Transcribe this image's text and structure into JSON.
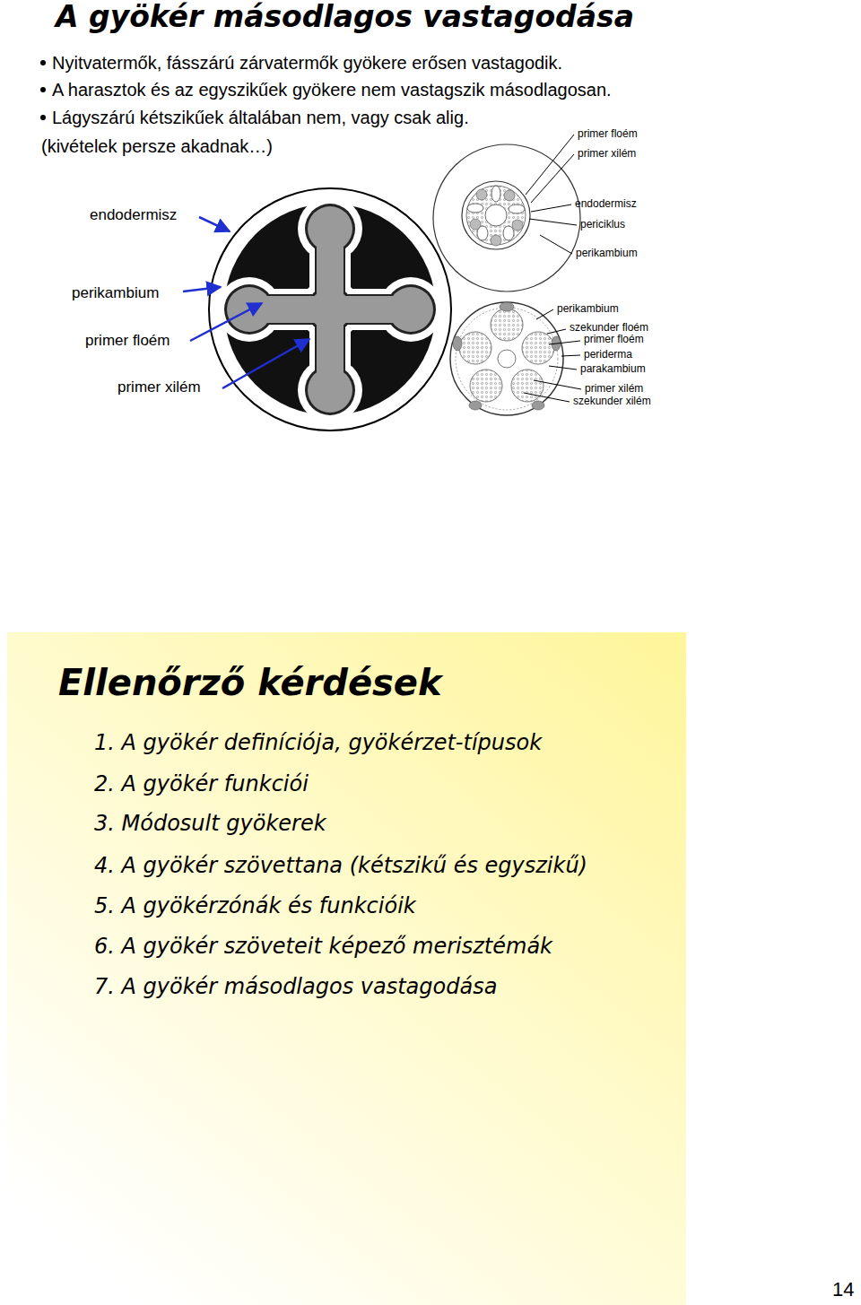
{
  "diagram": {
    "title": "A gyökér másodlagos vastagodása",
    "nodes": [
      {
        "text": [
          "Ellenőrző kérdések",
          "1. A gyökér definíciója, gyökérzet-típusok",
          "2. A gyökér funkciói",
          "3. Módosult gyökerek",
          "4. A gyökér szövettana (kétszikű és egyszikű)",
          "5. A gyökérzónák és funkcióik",
          "6. A gyökér szöveteit képező merisztémák",
          "7. A gyökér másodlagos vastagodása"
        ]
      }
    ],
    "labels": [
      "Nyitvatermők, fásszárú zárvatermők gyökere erősen vastagodik.",
      "A harasztok és az egyszikűek gyökere nem vastagszik másodlagosan.",
      "Lágyszárú kétszikűek általában nem, vagy csak alig.",
      "(kivételek persze akadnak…)",
      "endodermisz",
      "perikambium",
      "primer floém",
      "primer xilém",
      "primer floém",
      "primer xilém",
      "endodermisz",
      "periciklus",
      "perikambium",
      "perikambium",
      "szekunder floém",
      "primer floém",
      "periderma",
      "parakambium",
      "primer xilém",
      "szekunder xilém",
      "14"
    ]
  }
}
